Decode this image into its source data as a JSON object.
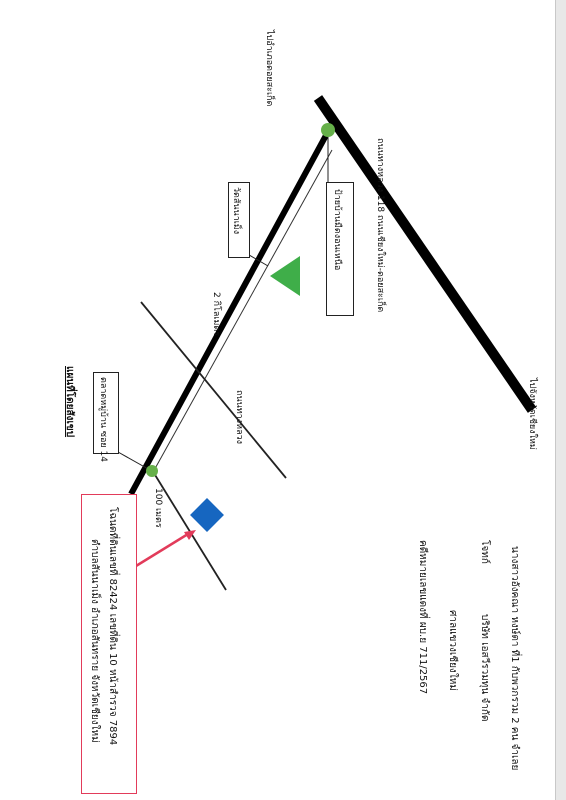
{
  "map": {
    "title": "แผนที่โดยสังเขป",
    "landmarks": {
      "wat": "วัดสันนาเม็ง",
      "sign": "ป้ายบ้านมืดงอนเหนือ",
      "toward_doi_saket": "ไปอำเภอดอยสะเก็ด",
      "toward_chiang_mai": "ไปจังหวัดเชียงใหม่",
      "soi": "ตลาดหมู่บ้าน ซอย 14"
    },
    "roads": {
      "main_road": "ถนนทางหลวง 118 ถนนเชียงใหม่-ดอยสะเก็ด",
      "cross_road": "ถนนทางหลวง",
      "distance_2km": "2 กิโลเมตร",
      "distance_100m": "100 เมตร"
    },
    "land": {
      "line1": "โฉนดที่ดินเลขที่ 82424 เลขที่ดิน 10 หน้าสำรวจ 7894",
      "line2": "ตำบลสันนาเม็ง อำเภอสันทราย จังหวัดเชียงใหม่"
    }
  },
  "notice": {
    "case_number": "คดีหมายเลขแดงที่ ผบ.ย 711/2567",
    "court": "ศาลแขวงเชียงใหม่",
    "plaintiff": "บริษัท เอสวีรวมทุน จำกัด",
    "plaintiff_role": "โจทก์",
    "defendants": "นางสาวอังคณา หงษ์ตา ที่1  กับพวกรวม 2 คน  จำเลย"
  },
  "colors": {
    "road": "#000000",
    "thin_road": "#222222",
    "marker": "#66b04a",
    "triangle": "#3fae49",
    "land_plot": "#1666c0",
    "pointer": "#e23b5a"
  }
}
